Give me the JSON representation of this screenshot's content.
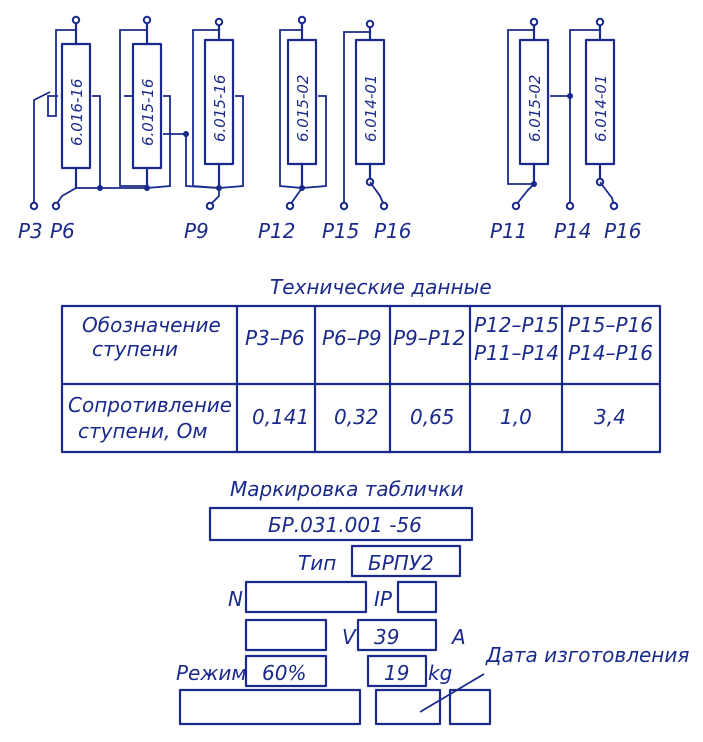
{
  "resistors": [
    "6.016-16",
    "6.015-16",
    "6.015-16",
    "6.015-02",
    "6.014-01",
    "6.015-02",
    "6.014-01"
  ],
  "terminals": [
    "P3",
    "P6",
    "P9",
    "P12",
    "P15",
    "P16",
    "P11",
    "P14",
    "P16"
  ],
  "tech": {
    "title": "Технические данные",
    "header_label": [
      "Обозначение",
      "ступени"
    ],
    "steps": [
      [
        "P3–P6"
      ],
      [
        "P6–P9"
      ],
      [
        "P9–P12"
      ],
      [
        "P12–P15",
        "P11–P14"
      ],
      [
        "P15–P16",
        "P14–P16"
      ]
    ],
    "row_label": [
      "Сопротивление",
      "ступени, Ом"
    ],
    "values": [
      "0,141",
      "0,32",
      "0,65",
      "1,0",
      "3,4"
    ]
  },
  "plate": {
    "title": "Маркировка таблички",
    "code": "БР.031.001 -56",
    "type_label": "Тип",
    "type_value": "БРПУ2",
    "n_label": "N",
    "ip_label": "IP",
    "v_label": "V",
    "current_value": "39",
    "a_label": "А",
    "mode_label": "Режим",
    "mode_value": "60%",
    "weight_value": "19",
    "kg_label": "kg",
    "date_label": "Дата изготовления"
  }
}
